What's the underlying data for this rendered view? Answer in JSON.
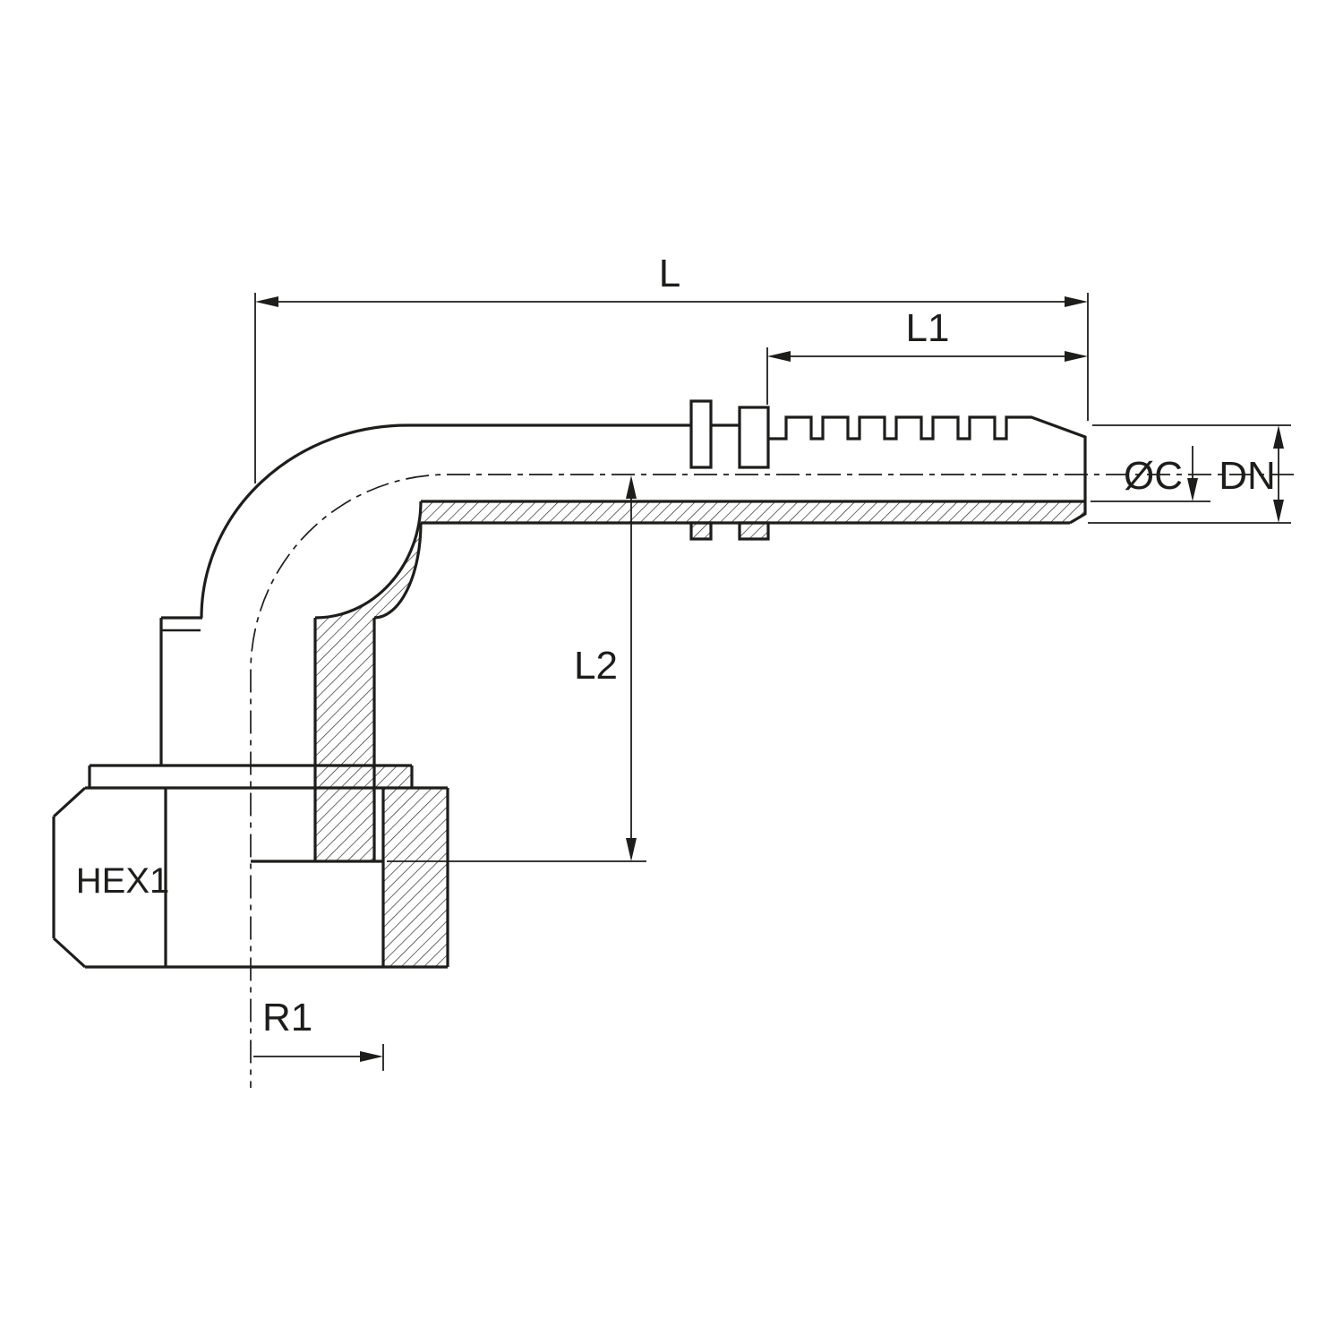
{
  "labels": {
    "l": "L",
    "l1": "L1",
    "l2": "L2",
    "oc": "ØC",
    "dn": "DN",
    "hex1": "HEX1",
    "r1": "R1"
  },
  "colors": {
    "line": "#1d1d1b",
    "background": "#ffffff"
  }
}
